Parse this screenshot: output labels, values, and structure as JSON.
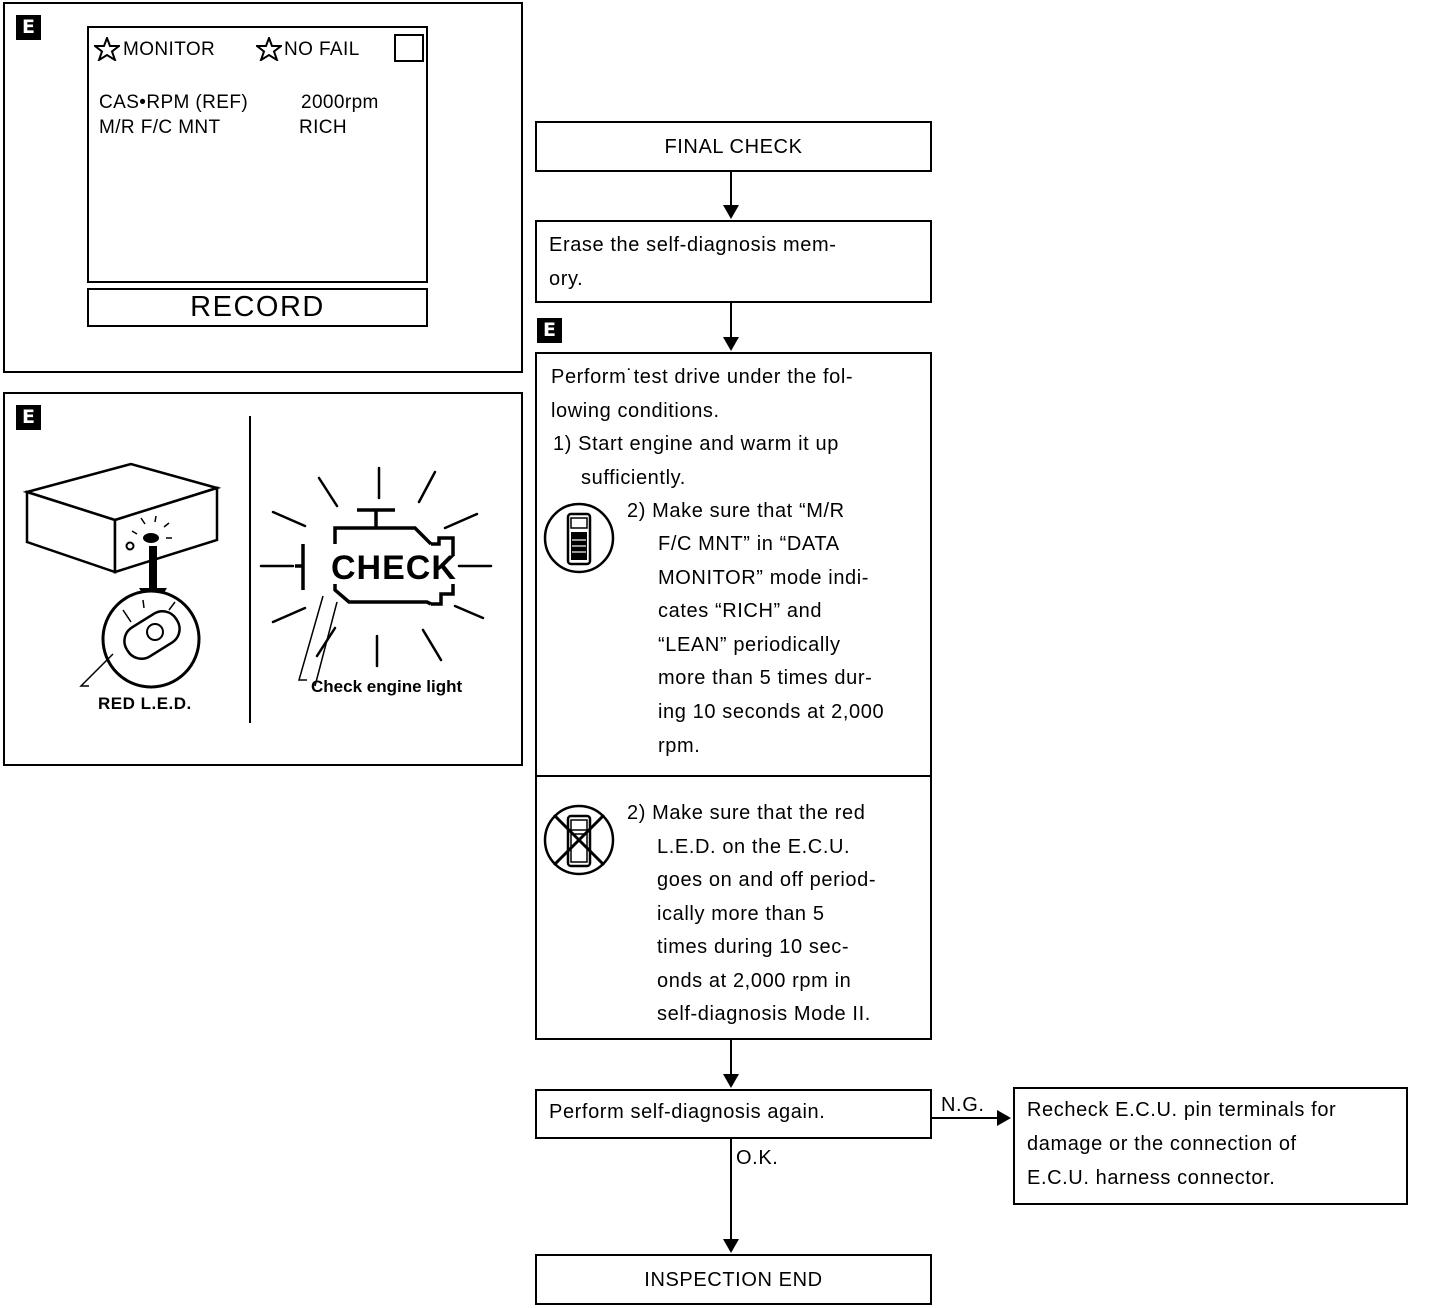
{
  "panel_monitor": {
    "badge": "E",
    "header_monitor": "MONITOR",
    "header_no_fail": "NO FAIL",
    "rows": [
      {
        "label": "CAS•RPM (REF)",
        "value": "2000rpm"
      },
      {
        "label": "M/R F/C MNT",
        "value": "RICH"
      }
    ],
    "record_button": "RECORD"
  },
  "panel_ecu": {
    "badge": "E",
    "led_label": "RED L.E.D.",
    "check_text": "CHECK",
    "check_light_label": "Check engine light"
  },
  "flow": {
    "final_check": "FINAL CHECK",
    "erase": [
      "Erase the self-diagnosis mem-",
      "ory."
    ],
    "badge": "E",
    "drive_intro": [
      "Perform˙test drive under the fol-",
      "lowing conditions."
    ],
    "step1": [
      "1) Start engine and warm it up",
      "sufficiently."
    ],
    "step2_consult": [
      "2) Make sure that “M/R",
      "F/C MNT” in “DATA",
      "MONITOR” mode indi-",
      "cates “RICH” and",
      "“LEAN” periodically",
      "more than 5 times dur-",
      "ing 10 seconds at 2,000",
      "rpm."
    ],
    "step2_led": [
      "2) Make sure that the red",
      "L.E.D. on the E.C.U.",
      "goes on and off period-",
      "ically more than 5",
      "times during 10 sec-",
      "onds at 2,000 rpm in",
      "self-diagnosis Mode II."
    ],
    "self_diag": "Perform self-diagnosis again.",
    "ng_label": "N.G.",
    "ok_label": "O.K.",
    "recheck": [
      "Recheck E.C.U. pin terminals for",
      "damage or the connection of",
      "E.C.U. harness connector."
    ],
    "inspection_end": "INSPECTION END"
  }
}
